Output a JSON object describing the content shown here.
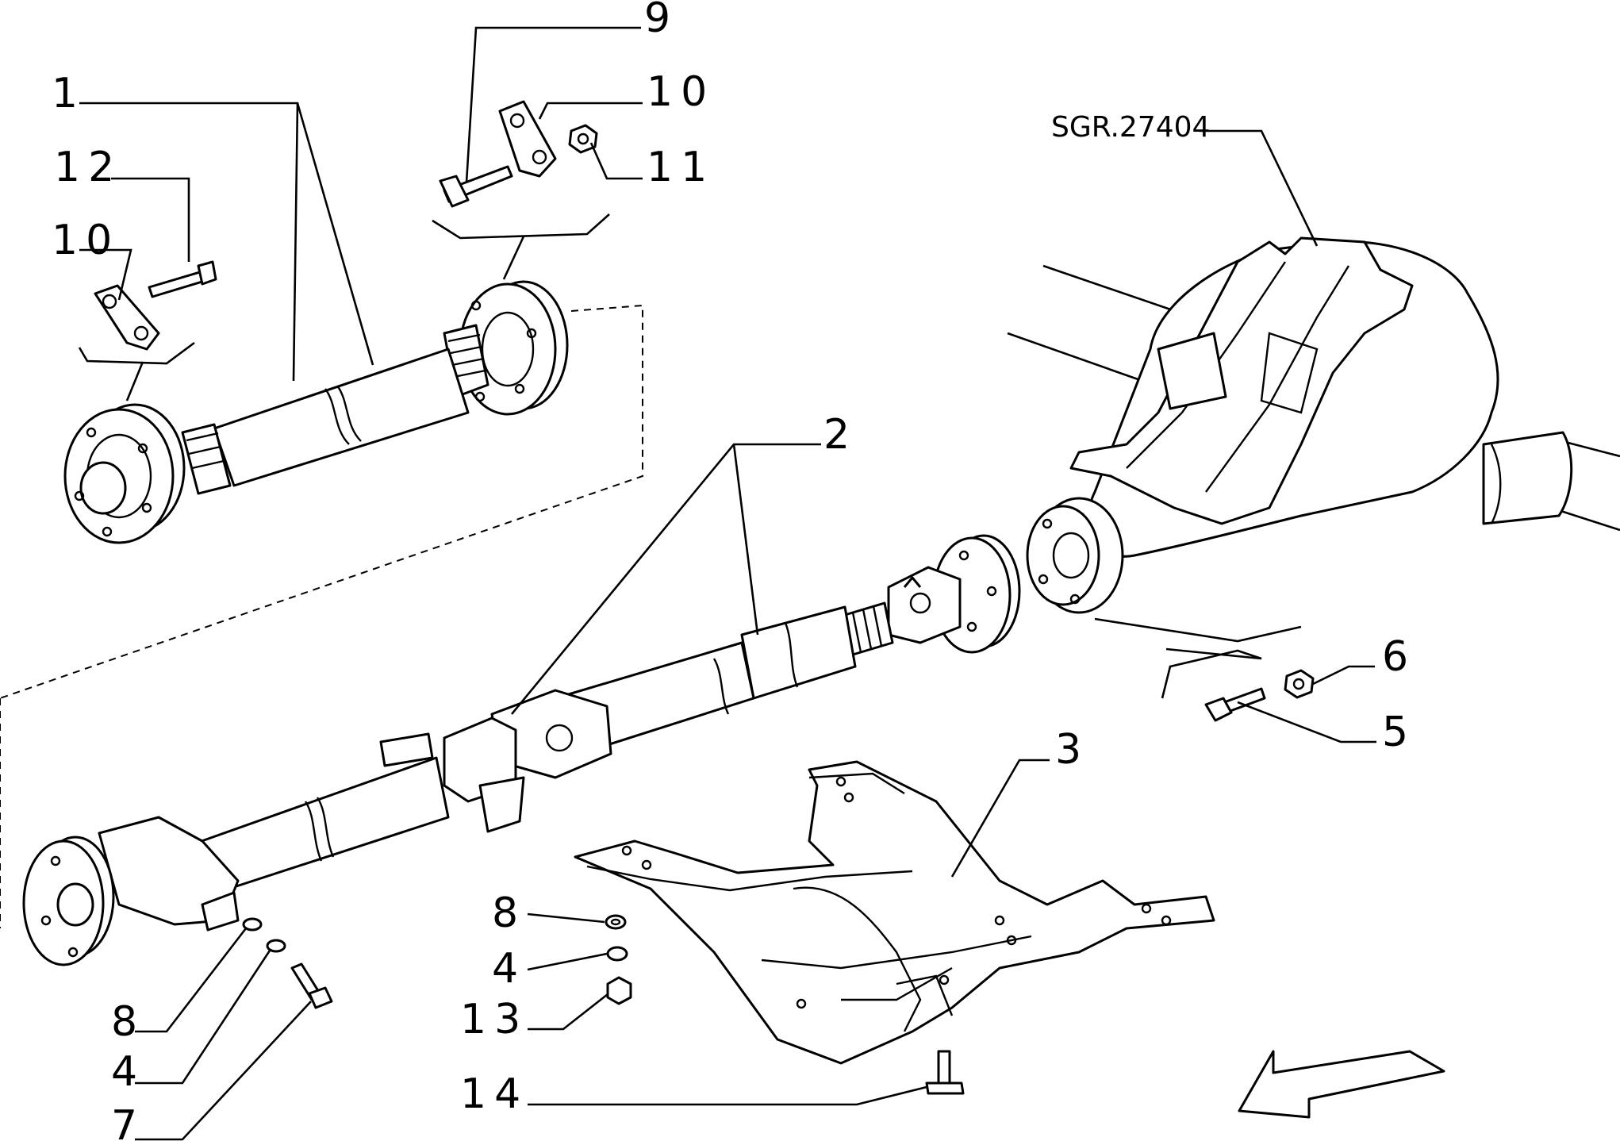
{
  "drawing": {
    "code": "SGR.27404"
  },
  "callouts": [
    {
      "id": "c1",
      "text": "1"
    },
    {
      "id": "c2",
      "text": "2"
    },
    {
      "id": "c3",
      "text": "3"
    },
    {
      "id": "c4a",
      "text": "4"
    },
    {
      "id": "c4b",
      "text": "4"
    },
    {
      "id": "c5",
      "text": "5"
    },
    {
      "id": "c6",
      "text": "6"
    },
    {
      "id": "c7",
      "text": "7"
    },
    {
      "id": "c8a",
      "text": "8"
    },
    {
      "id": "c8b",
      "text": "8"
    },
    {
      "id": "c9",
      "text": "9"
    },
    {
      "id": "c10a",
      "text": "10"
    },
    {
      "id": "c10b",
      "text": "10"
    },
    {
      "id": "c11",
      "text": "11"
    },
    {
      "id": "c12",
      "text": "12"
    },
    {
      "id": "c13",
      "text": "13"
    },
    {
      "id": "c14",
      "text": "14"
    }
  ]
}
